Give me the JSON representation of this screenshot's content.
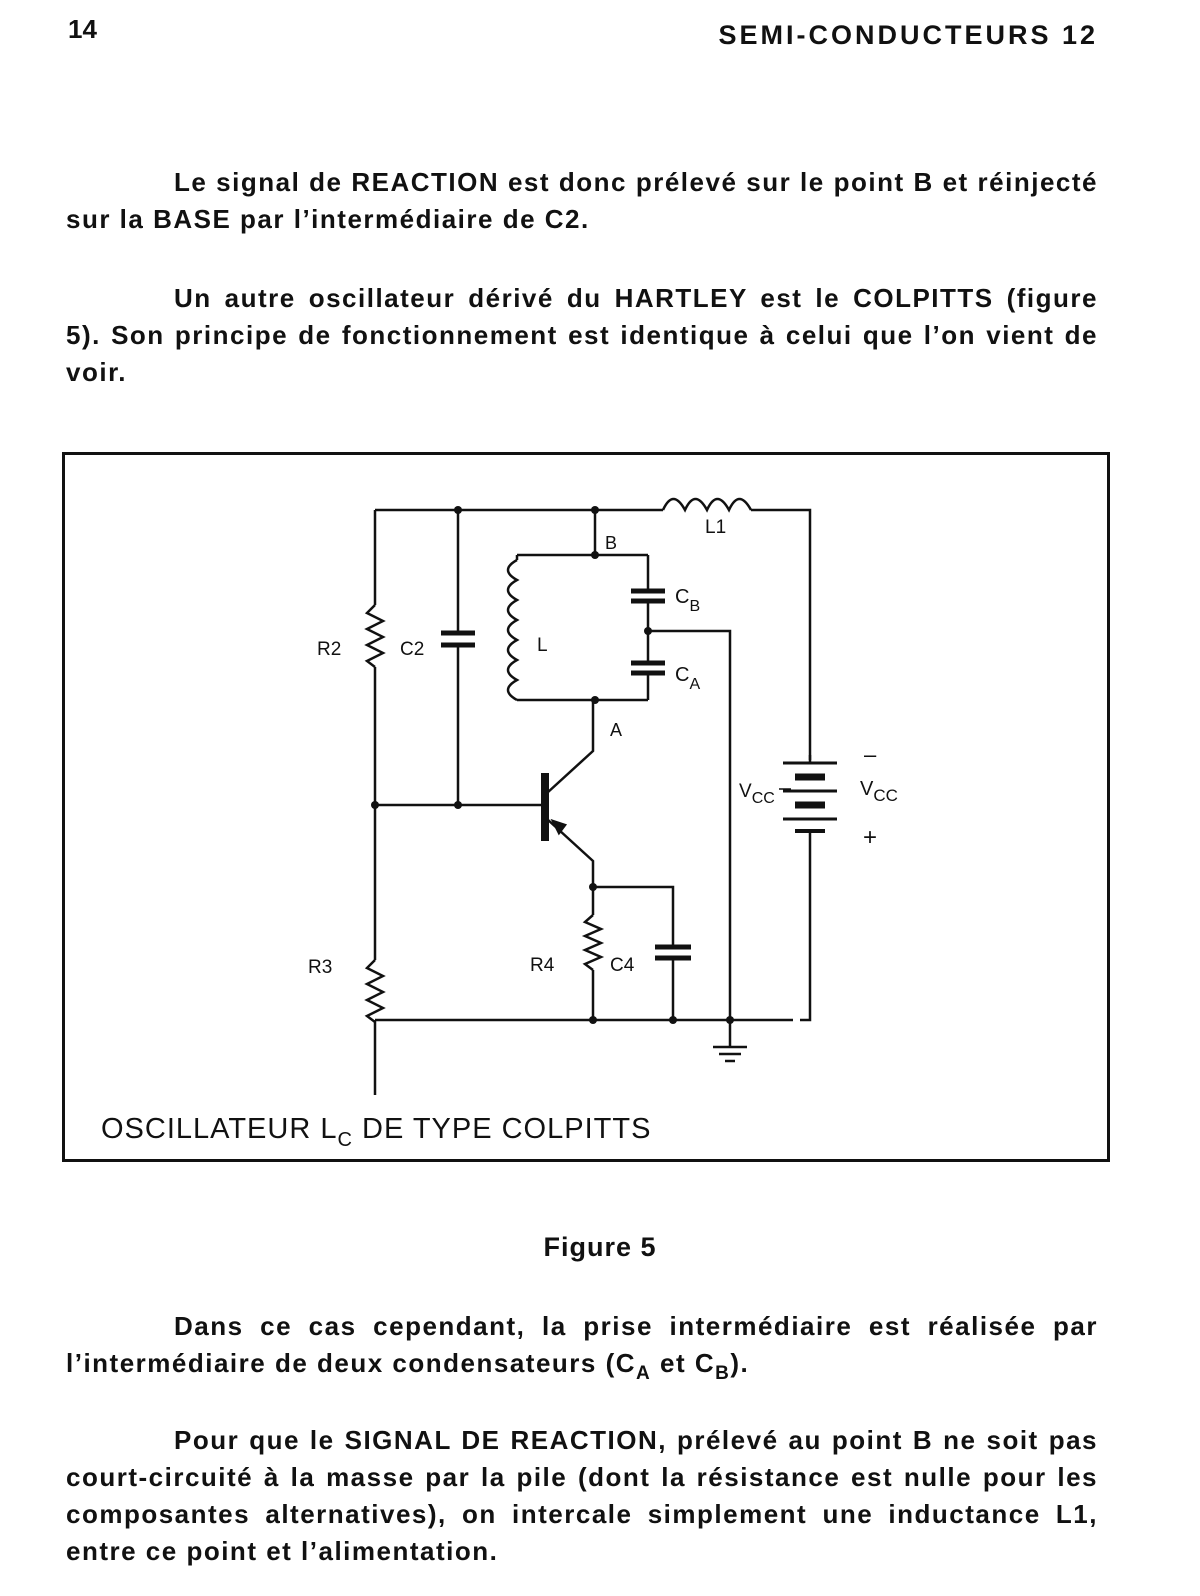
{
  "header": {
    "page_number": "14",
    "title": "SEMI-CONDUCTEURS 12"
  },
  "paragraphs": {
    "p1": "Le signal de REACTION est donc prélevé sur le point B et réinjecté sur la BASE par l’intermédiaire de C2.",
    "p2": "Un autre oscillateur dérivé du HARTLEY est le COLPITTS (figure 5). Son principe de fonctionnement est identique à celui que l’on vient de voir.",
    "p3_before": "Dans ce cas cependant, la prise intermédiaire est réalisée par l’intermédiaire de deux condensateurs (C",
    "p3_sub_a": "A",
    "p3_mid": " et C",
    "p3_sub_b": "B",
    "p3_after": ").",
    "p4": "Pour que le SIGNAL DE REACTION, prélevé au point B ne soit pas court-circuité à la masse par la pile (dont la résistance est nulle pour les composantes alternatives), on intercale simplement une inductance L1, entre ce point et l’alimentation."
  },
  "figure": {
    "caption_before": "OSCILLATEUR L",
    "caption_sub": "C",
    "caption_after": " DE TYPE COLPITTS",
    "label": "Figure 5",
    "components": {
      "r2": "R2",
      "c2": "C2",
      "l": "L",
      "l1": "L1",
      "b": "B",
      "a": "A",
      "cb": "C",
      "cb_sub": "B",
      "ca": "C",
      "ca_sub": "A",
      "vcc_left": "V",
      "vcc_left_sub": "CC",
      "vcc_right": "V",
      "vcc_right_sub": "CC",
      "minus": "–",
      "plus": "+",
      "r3": "R3",
      "r4": "R4",
      "c4": "C4"
    }
  }
}
